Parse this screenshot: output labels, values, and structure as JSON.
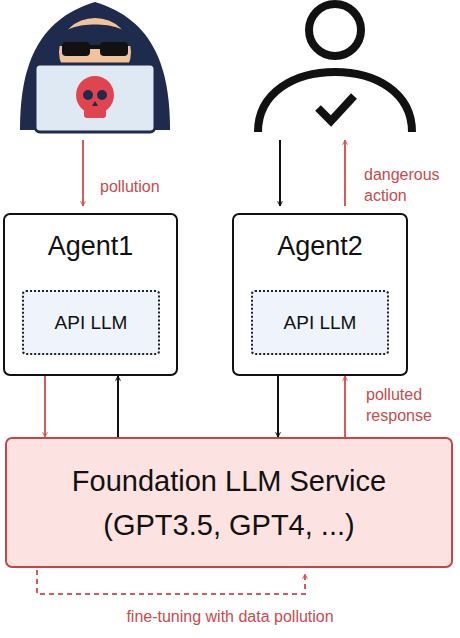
{
  "diagram": {
    "nodes": [
      {
        "text": [
          "Agent1"
        ]
      },
      {
        "text": [
          "API LLM"
        ],
        "in": 0
      },
      {
        "text": [
          "Agent2"
        ]
      },
      {
        "text": [
          "API LLM"
        ],
        "in": 2
      },
      {
        "text": [
          "Foundation LLM Service (GPT3.5, GPT4, ...)"
        ]
      }
    ],
    "edges": [
      {
        "from": 0,
        "to": 4,
        "arrow": "to"
      },
      {
        "from": 4,
        "to": 0,
        "arrow": "to"
      },
      {
        "from": 2,
        "to": 4,
        "arrow": "to"
      },
      {
        "from": 4,
        "to": 2,
        "arrow": "to",
        "label": "polluted response"
      }
    ],
    "labels": [
      "pollution",
      "dangerous action",
      "fine-tuning with data pollution"
    ]
  }
}
